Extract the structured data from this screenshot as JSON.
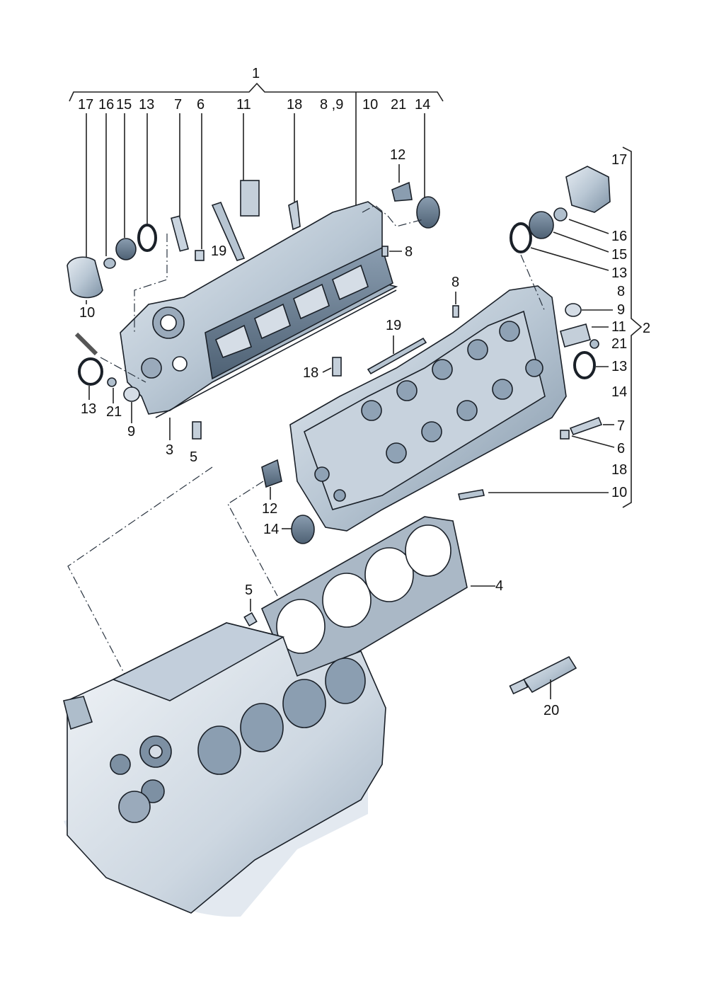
{
  "diagram": {
    "group_labels": {
      "left_head_assembly": "1",
      "right_head_assembly": "2"
    },
    "top_callouts": [
      "17",
      "16",
      "15",
      "13",
      "7",
      "6",
      "11",
      "18",
      "8 ,9",
      "10",
      "21",
      "14"
    ],
    "left_head_callouts": {
      "bolt": "19",
      "cap_12": "12",
      "stud_8": "8",
      "left_10": "10",
      "left_13": "13",
      "left_21": "21",
      "left_9": "9",
      "head_3": "3",
      "dowel_5": "5"
    },
    "right_head_callouts": {
      "r17": "17",
      "r16": "16",
      "r15": "15",
      "r13a": "13",
      "r8a": "8",
      "r9": "9",
      "r11": "11",
      "r21": "21",
      "r13b": "13",
      "r14": "14",
      "r7": "7",
      "r6": "6",
      "r18": "18",
      "r10": "10"
    },
    "middle_callouts": {
      "m8": "8",
      "m19": "19",
      "m18": "18",
      "m12": "12",
      "m14": "14"
    },
    "lower_callouts": {
      "gasket_4": "4",
      "dowel_5b": "5",
      "sealant_20": "20"
    }
  }
}
